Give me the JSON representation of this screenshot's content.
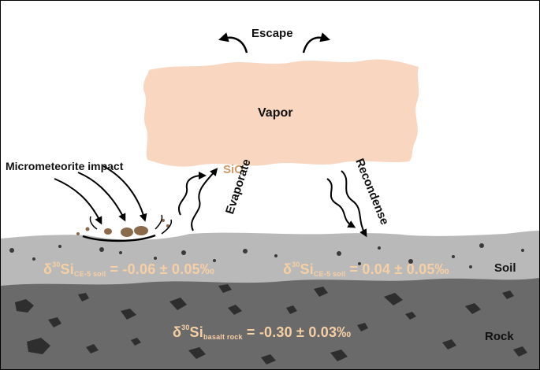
{
  "labels": {
    "escape": "Escape",
    "vapor": "Vapor",
    "micrometeorite": "Micrometeorite impact",
    "sio": "SiO",
    "evaporate": "Evaporate",
    "recondense": "Recondense",
    "soil": "Soil",
    "rock": "Rock"
  },
  "equations": {
    "soil_left": {
      "delta": "δ",
      "mass": "30",
      "element": "Si",
      "sample": "CE-5 soil",
      "value": "= -0.06 ± 0.05‰"
    },
    "soil_right": {
      "delta": "δ",
      "mass": "30",
      "element": "Si",
      "sample": "CE-5 soil",
      "value": "= 0.04 ± 0.05‰"
    },
    "rock": {
      "delta": "δ",
      "mass": "30",
      "element": "Si",
      "sample": "basalt rock",
      "value": "= -0.30 ± 0.03‰"
    }
  },
  "colors": {
    "vapor_fill": "#f8d6c0",
    "soil_fill": "#b9b9b9",
    "rock_fill": "#6a6a6a",
    "equation_text": "#f7cfa4",
    "sio_text": "#d09a68",
    "pebble": "#8b6a4b"
  }
}
